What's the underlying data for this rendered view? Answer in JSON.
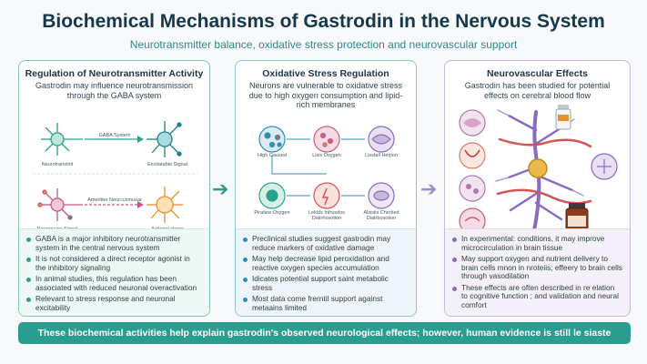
{
  "header": {
    "title": "Biochemical Mechanisms of Gastrodin in the Nervous System",
    "subtitle": "Neurotransmitter balance, oxidative stress protection and neurovascular support"
  },
  "panels": [
    {
      "title": "Regulation of Neurotransmitter Activity",
      "intro": "Gastrodin may influence neurotransmission through the GABA system",
      "labels": [
        "GABA System",
        "Neurotransmit",
        "Excitatable Signal",
        "Ameritter Neurcusmusar",
        "Neuronaise Signal",
        "Actional sterss"
      ],
      "bullets": [
        "GABA is a major inhibitory neurotransmitter system in the central nervous system",
        "It is not considered a direct receptor agonist in the inhibitory signaling",
        "In animal studies, this regulation has been associated with reduced neuronal overactivation",
        "Relevant to stress response and neuronal excitability"
      ]
    },
    {
      "title": "Oxidative Stress Regulation",
      "intro": "Neurons are vulnerable to oxidative stress due to high oxygen consumption and lipid-rich membranes",
      "labels": [
        "High Gaused",
        "Lisis Oxygen",
        "Lisstall Herjion",
        "Piratiee Oxygen",
        "Lekids Infrusdos Diatrhosotion",
        "Alsislis Chertied Diatrbosotion"
      ],
      "bullets": [
        "Preclinical studies suggest gastrodin may reduce markers of oxidative damage",
        "May help decrease lipid peroxidation and reactive oxygen species accumulation",
        "Idicates potential support saint metabolic stress",
        "Most data come frerntil support against metaains limited"
      ]
    },
    {
      "title": "Neurovascular Effects",
      "intro": "Gastrodin has been studied for potential effects on cerebral blood flow",
      "bullets": [
        "In experimental: conditions, it may improve microcirculation in brain tissue",
        "May support oxygen and nutrient delivery to brain cells mnon in nroteiis; effeery to brain cells through vasodilation",
        "These effects are often described in re elation to cognitive function ; and validation and neural comfort"
      ]
    }
  ],
  "footer": {
    "text": "These biochemical activities help explain gastrodin's observed neurological effects; however, human evidence is still le siaste"
  },
  "colors": {
    "teal": "#2a9d8f",
    "blue": "#2e8fb5",
    "purple": "#8a6bbf",
    "orange": "#e8922e",
    "red": "#c0392b"
  }
}
